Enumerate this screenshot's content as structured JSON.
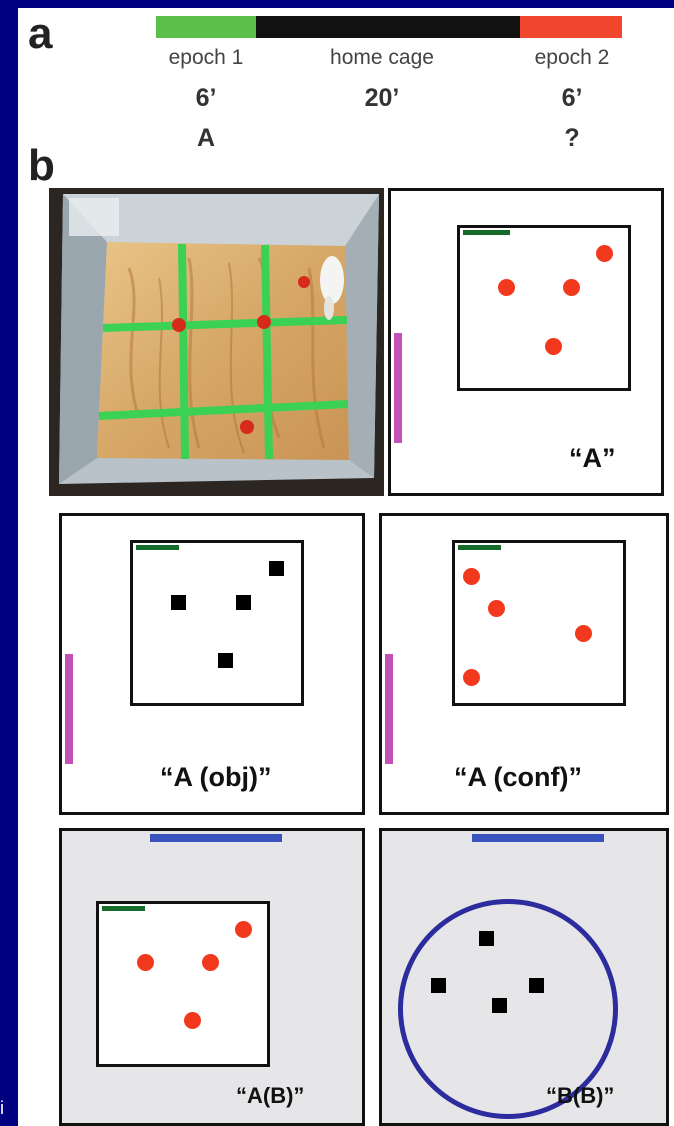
{
  "panel_a": {
    "letter": "a",
    "segments": [
      {
        "label": "epoch 1",
        "duration": "6’",
        "code": "A",
        "color": "#5cbf4a"
      },
      {
        "label": "home cage",
        "duration": "20’",
        "code": "",
        "color": "#111111"
      },
      {
        "label": "epoch 2",
        "duration": "6’",
        "code": "?",
        "color": "#f0462d"
      }
    ]
  },
  "panel_b": {
    "letter": "b",
    "photo": {
      "description_icon": "rat-arena-photo"
    },
    "conditions": [
      {
        "caption": "“A”"
      },
      {
        "caption": "“A (obj)”"
      },
      {
        "caption": "“A (conf)”"
      },
      {
        "caption": "“A(B)”"
      },
      {
        "caption": "“B(B)”"
      }
    ]
  },
  "side_mark": "i",
  "colors": {
    "background": "#000080",
    "object_red": "#f2391e",
    "cue_green": "#156c2a",
    "cue_magenta": "#c451b5",
    "cue_blue": "#3a53bd",
    "room_gray": "#e6e6e8"
  }
}
